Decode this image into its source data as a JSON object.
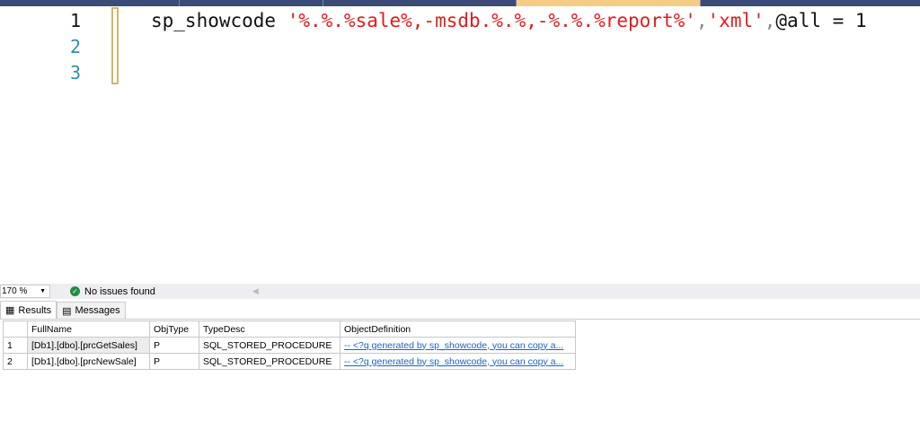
{
  "editor": {
    "line_numbers": [
      "1",
      "2",
      "3"
    ],
    "code": {
      "proc": "sp_showcode ",
      "arg1": "'%.%.%sale%,-msdb.%.%,-%.%.%report%'",
      "comma1": ",",
      "arg2": "'xml'",
      "comma2": ",",
      "param": "@all = 1"
    }
  },
  "status": {
    "zoom": "170 %",
    "issues": "No issues found"
  },
  "results_tabs": [
    {
      "label": "Results"
    },
    {
      "label": "Messages"
    }
  ],
  "grid": {
    "columns": [
      "",
      "FullName",
      "ObjType",
      "TypeDesc",
      "ObjectDefinition"
    ],
    "rows": [
      [
        "1",
        "[Db1].[dbo].[prcGetSales]",
        "P",
        "SQL_STORED_PROCEDURE",
        "-- <?q generated by sp_showcode, you can copy a..."
      ],
      [
        "2",
        "[Db1].[dbo].[prcNewSale]",
        "P",
        "SQL_STORED_PROCEDURE",
        "-- <?q generated by sp_showcode, you can copy a..."
      ]
    ]
  },
  "colors": {
    "string": "#e21b1b",
    "tab_active": "#f5cc84",
    "tabstrip": "#3c4a78",
    "link": "#1a63c7"
  }
}
